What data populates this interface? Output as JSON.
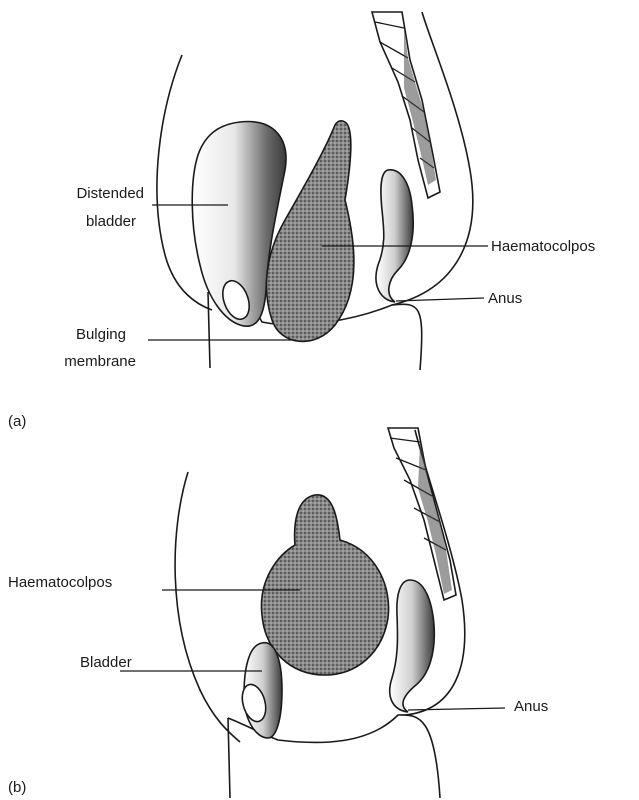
{
  "panel_a": {
    "tag": "(a)",
    "labels": {
      "distended_1": "Distended",
      "distended_2": "bladder",
      "haematocolpos": "Haematocolpos",
      "anus": "Anus",
      "bulging_1": "Bulging",
      "bulging_2": "membrane"
    }
  },
  "panel_b": {
    "tag": "(b)",
    "labels": {
      "haematocolpos": "Haematocolpos",
      "bladder": "Bladder",
      "anus": "Anus"
    }
  },
  "colors": {
    "ink": "#1a1a1a",
    "stipple": "#5a5a5a"
  }
}
